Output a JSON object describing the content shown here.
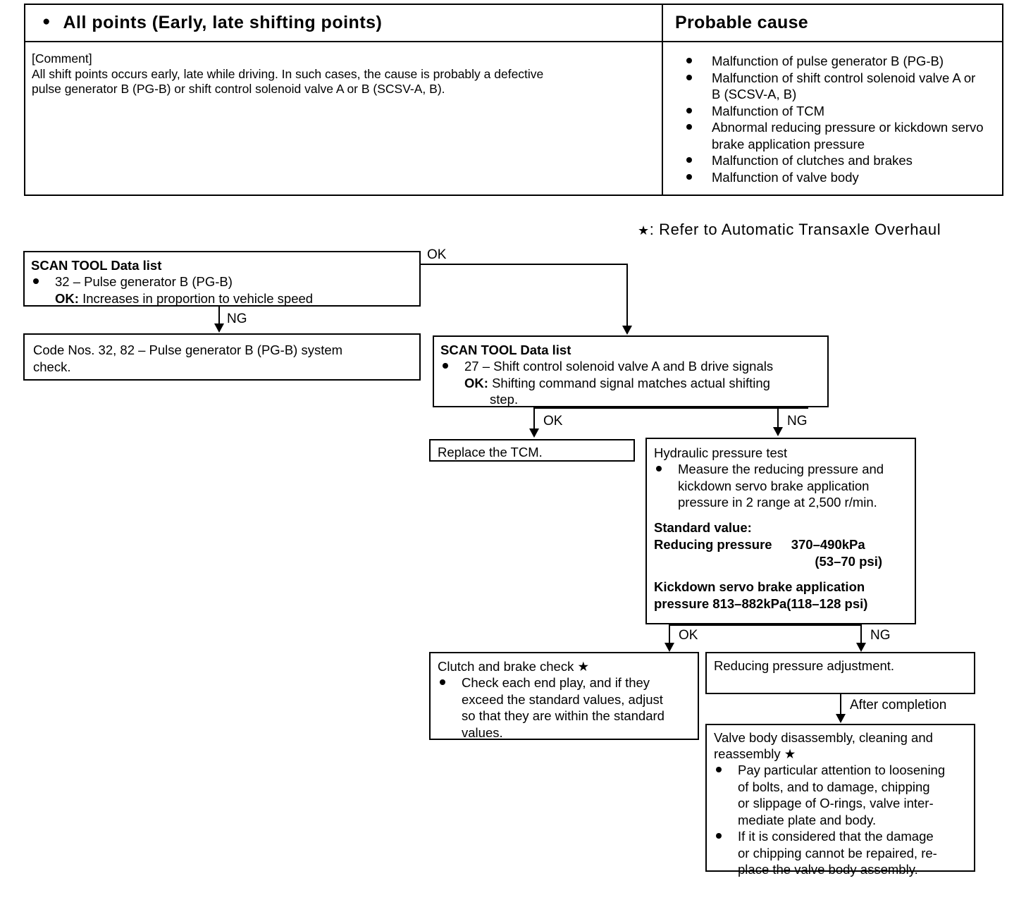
{
  "symptom_table": {
    "header": {
      "bullet": "bullet-dot",
      "left_title": "All points (Early, late shifting points)",
      "right_title": "Probable cause"
    },
    "comment": {
      "label": "[Comment]",
      "line1": "All shift points occurs early, late while driving.  In such cases, the cause is probably a defective",
      "line2": "pulse generator B (PG-B) or shift control solenoid valve A or B (SCSV-A, B)."
    },
    "causes": [
      {
        "line1": "Malfunction of pulse generator B (PG-B)",
        "line2": ""
      },
      {
        "line1": "Malfunction of shift control solenoid valve A or",
        "line2": "B (SCSV-A, B)"
      },
      {
        "line1": "Malfunction of TCM",
        "line2": ""
      },
      {
        "line1": "Abnormal reducing pressure or kickdown servo",
        "line2": "brake application pressure"
      },
      {
        "line1": "Malfunction of clutches and brakes",
        "line2": ""
      },
      {
        "line1": "Malfunction of valve body",
        "line2": ""
      }
    ]
  },
  "star_note": {
    "star": "★",
    "text": ":  Refer to Automatic Transaxle Overhaul"
  },
  "flow": {
    "scan1": {
      "heading": "SCAN TOOL Data list",
      "item": "32 – Pulse generator B (PG-B)",
      "ok_label": "OK:",
      "ok_text": "Increases in proportion to vehicle speed"
    },
    "code_check": {
      "line1": "Code Nos. 32, 82 – Pulse generator B (PG-B) system",
      "line2": "check."
    },
    "scan2": {
      "heading": "SCAN TOOL Data list",
      "item": "27 – Shift control solenoid valve A and B drive signals",
      "ok_label": "OK:",
      "ok_text": "Shifting command signal matches actual shifting",
      "ok_text2": "step."
    },
    "replace_tcm": {
      "text": "Replace the TCM."
    },
    "hydraulic": {
      "heading": "Hydraulic pressure test",
      "measure_l1": "Measure the reducing pressure and",
      "measure_l2": "kickdown servo brake application",
      "measure_l3": "pressure in 2 range at 2,500 r/min.",
      "standard_label": "Standard value:",
      "reducing_label": "Reducing pressure",
      "reducing_kpa": "370–490kPa",
      "reducing_psi": "(53–70 psi)",
      "kickdown_l1": "Kickdown servo brake application",
      "kickdown_l2": "pressure 813–882kPa(118–128 psi)"
    },
    "clutch": {
      "heading": "Clutch and brake check ★",
      "l1": "Check each end play, and if they",
      "l2": "exceed the standard values, adjust",
      "l3": "so that they are within the standard",
      "l4": "values."
    },
    "reducing_adjustment": {
      "text": "Reducing pressure adjustment."
    },
    "valve_body": {
      "heading_l1": "Valve body disassembly, cleaning and",
      "heading_l2": "reassembly ★",
      "b1_l1": "Pay particular attention to loosening",
      "b1_l2": "of bolts, and to damage, chipping",
      "b1_l3": "or slippage of O-rings, valve inter-",
      "b1_l4": "mediate plate and body.",
      "b2_l1": "If it is considered that the damage",
      "b2_l2": "or chipping cannot be repaired, re-",
      "b2_l3": "place the valve body assembly."
    },
    "edge_labels": {
      "ok1": "OK",
      "ng1": "NG",
      "ok2": "OK",
      "ng2": "NG",
      "ok3": "OK",
      "ng3": "NG",
      "after_completion": "After completion"
    }
  }
}
